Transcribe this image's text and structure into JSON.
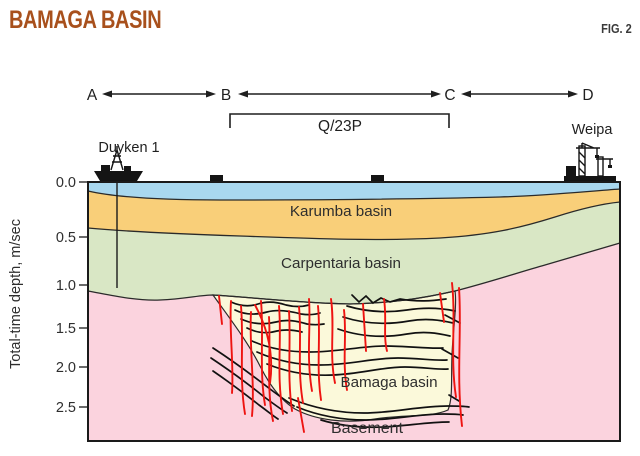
{
  "header": {
    "title": "BAMAGA BASIN",
    "fig_label": "FIG. 2"
  },
  "markers": {
    "a": "A",
    "b": "B",
    "c": "C",
    "d": "D"
  },
  "permit_label": "Q/23P",
  "well_label": "Duyken 1",
  "town_label": "Weipa",
  "axis": {
    "title": "Total-time depth, m/sec",
    "ticks": [
      "0.0",
      "0.5",
      "1.0",
      "1.5",
      "2.0",
      "2.5"
    ]
  },
  "layers": {
    "karumba": "Karumba basin",
    "carpentaria": "Carpentaria basin",
    "bamaga": "Bamaga basin",
    "basement": "Basement"
  },
  "colors": {
    "title_accent": "#a8501c",
    "fig_text": "#3a3a3a",
    "water": "#a9d8ef",
    "karumba": "#f9cf79",
    "carpentaria": "#d9e7c5",
    "bamaga_fill": "#fbf9da",
    "basement": "#fbd3de",
    "fault_red": "#ee1411",
    "reflector_black": "#111111",
    "boundary_line": "#2a2a2a",
    "label_text": "#2e2e2e"
  }
}
